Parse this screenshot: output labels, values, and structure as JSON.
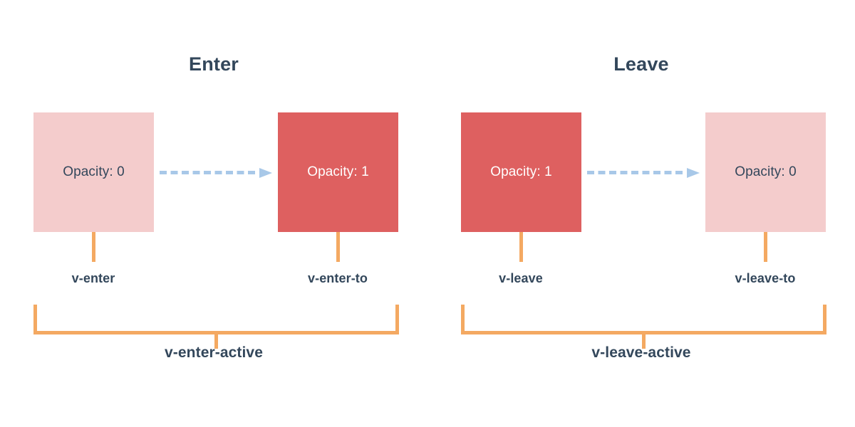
{
  "colors": {
    "background": "#ffffff",
    "box_light": "#f4cccc",
    "box_solid": "#de6060",
    "arrow": "#a8c8e8",
    "bracket": "#f4a962",
    "text_dark": "#33475b",
    "text_light": "#ffffff"
  },
  "panels": [
    {
      "title": "Enter",
      "start_box": {
        "text": "Opacity: 0",
        "style": "light"
      },
      "end_box": {
        "text": "Opacity: 1",
        "style": "solid"
      },
      "start_label": "v-enter",
      "end_label": "v-enter-to",
      "active_label": "v-enter-active"
    },
    {
      "title": "Leave",
      "start_box": {
        "text": "Opacity: 1",
        "style": "solid"
      },
      "end_box": {
        "text": "Opacity: 0",
        "style": "light"
      },
      "start_label": "v-leave",
      "end_label": "v-leave-to",
      "active_label": "v-leave-active"
    }
  ]
}
